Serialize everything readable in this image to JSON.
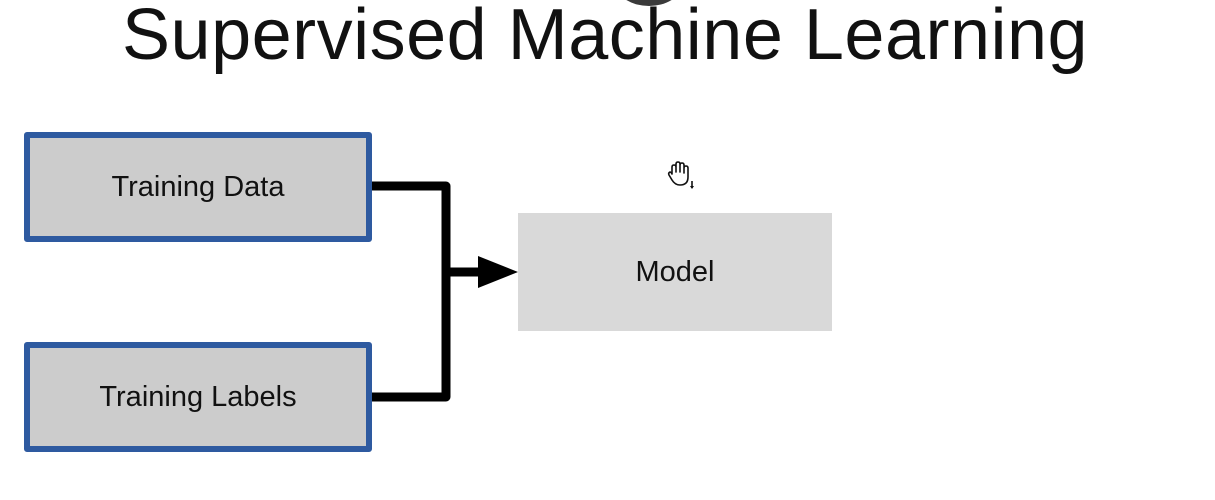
{
  "title": "Supervised Machine Learning",
  "diagram": {
    "inputs": [
      {
        "label": "Training Data"
      },
      {
        "label": "Training Labels"
      }
    ],
    "output": {
      "label": "Model"
    }
  },
  "colors": {
    "input_border": "#2e5aa0",
    "input_fill": "#cccccc",
    "model_fill": "#d9d9d9",
    "connector": "#000000"
  },
  "cursor": {
    "icon": "grab-hand-icon"
  }
}
